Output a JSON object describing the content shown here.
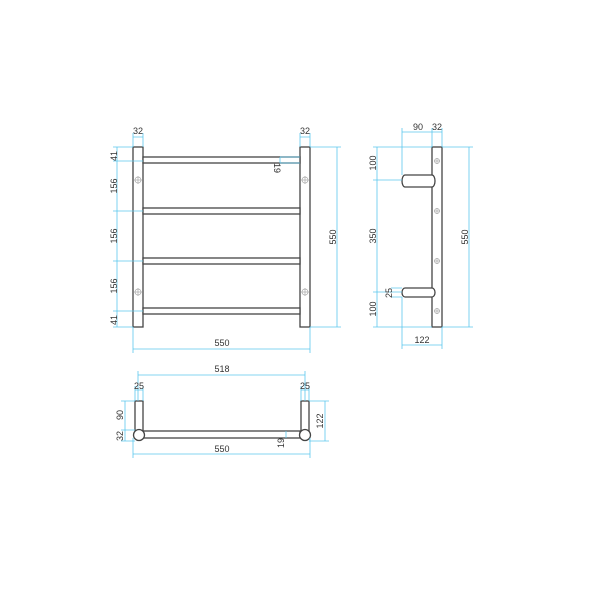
{
  "front_view": {
    "post_width_left": "32",
    "post_width_right": "32",
    "bar_gaps": [
      "41",
      "156",
      "156",
      "156",
      "41"
    ],
    "bar_diameter": "19",
    "total_height": "550",
    "total_width": "550"
  },
  "side_view": {
    "arm_length": "90",
    "post_width": "32",
    "top_offset": "100",
    "arm_spacing": "350",
    "bottom_offset": "100",
    "arm_diameter": "25",
    "total_height": "550",
    "total_depth": "122"
  },
  "top_view": {
    "inner_width": "518",
    "arm_left": "25",
    "arm_right": "25",
    "arm_length": "90",
    "post_depth": "32",
    "total_depth": "122",
    "bar_diameter": "19",
    "total_width": "550"
  },
  "colors": {
    "dimension": "#5cc8ee",
    "outline": "#444444"
  }
}
